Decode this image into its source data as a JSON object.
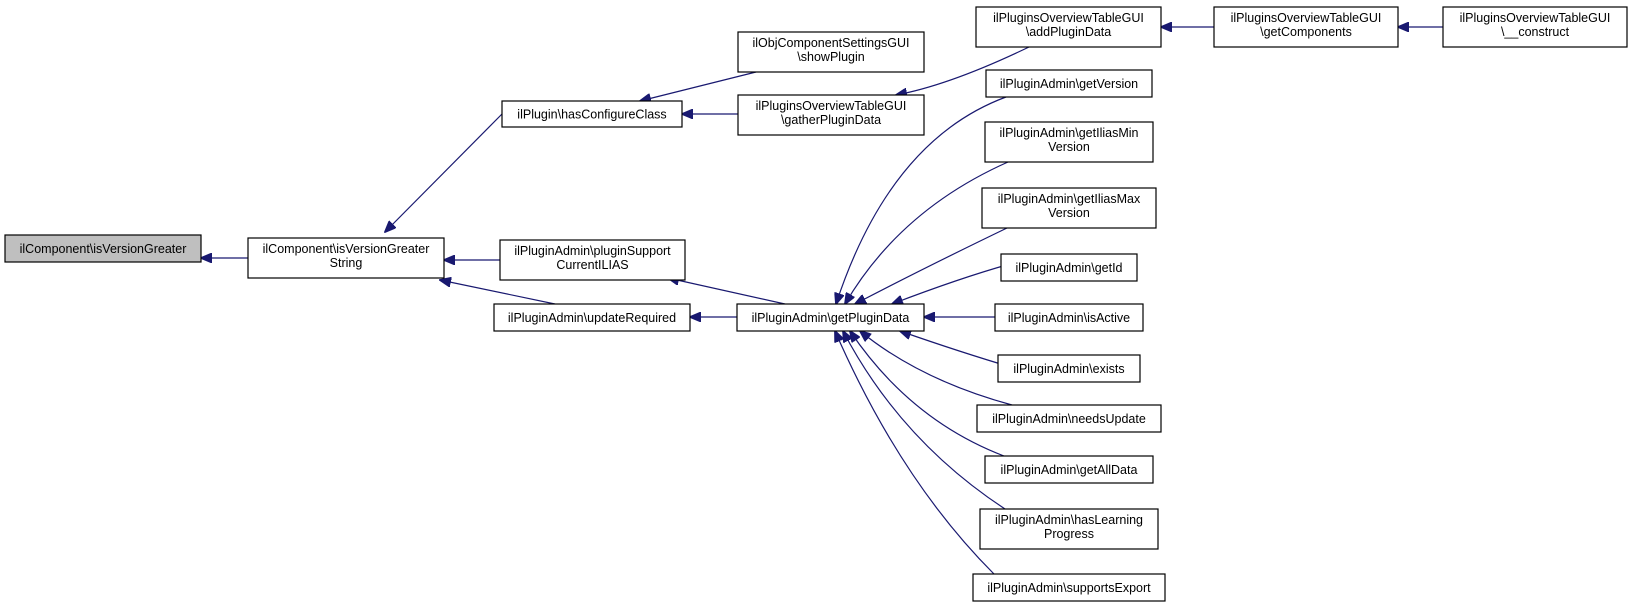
{
  "graph": {
    "colors": {
      "edge": "#191970",
      "root_fill": "#bfbfbf",
      "node_fill": "#ffffff",
      "node_border": "#000000"
    },
    "nodes": {
      "root": {
        "lines": [
          "ilComponent\\isVersionGreater"
        ]
      },
      "ivgs": {
        "lines": [
          "ilComponent\\isVersionGreater",
          "String"
        ]
      },
      "hasconf": {
        "lines": [
          "ilPlugin\\hasConfigureClass"
        ]
      },
      "plugsupp": {
        "lines": [
          "ilPluginAdmin\\pluginSupport",
          "CurrentILIAS"
        ]
      },
      "updreq": {
        "lines": [
          "ilPluginAdmin\\updateRequired"
        ]
      },
      "showplugin": {
        "lines": [
          "ilObjComponentSettingsGUI",
          "\\showPlugin"
        ]
      },
      "gather": {
        "lines": [
          "ilPluginsOverviewTableGUI",
          "\\gatherPluginData"
        ]
      },
      "getpd": {
        "lines": [
          "ilPluginAdmin\\getPluginData"
        ]
      },
      "addpd": {
        "lines": [
          "ilPluginsOverviewTableGUI",
          "\\addPluginData"
        ]
      },
      "getcomp": {
        "lines": [
          "ilPluginsOverviewTableGUI",
          "\\getComponents"
        ]
      },
      "construct": {
        "lines": [
          "ilPluginsOverviewTableGUI",
          "\\__construct"
        ]
      },
      "getver": {
        "lines": [
          "ilPluginAdmin\\getVersion"
        ]
      },
      "getmin": {
        "lines": [
          "ilPluginAdmin\\getIliasMin",
          "Version"
        ]
      },
      "getmax": {
        "lines": [
          "ilPluginAdmin\\getIliasMax",
          "Version"
        ]
      },
      "getid": {
        "lines": [
          "ilPluginAdmin\\getId"
        ]
      },
      "isactive": {
        "lines": [
          "ilPluginAdmin\\isActive"
        ]
      },
      "exists": {
        "lines": [
          "ilPluginAdmin\\exists"
        ]
      },
      "needsupd": {
        "lines": [
          "ilPluginAdmin\\needsUpdate"
        ]
      },
      "getall": {
        "lines": [
          "ilPluginAdmin\\getAllData"
        ]
      },
      "haslp": {
        "lines": [
          "ilPluginAdmin\\hasLearning",
          "Progress"
        ]
      },
      "suppexp": {
        "lines": [
          "ilPluginAdmin\\supportsExport"
        ]
      }
    }
  }
}
